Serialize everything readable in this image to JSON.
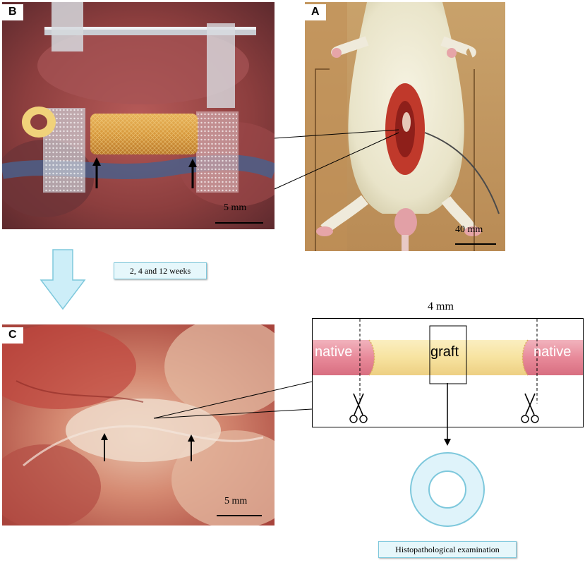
{
  "panels": {
    "a": {
      "label": "A",
      "scale": "40 mm"
    },
    "b": {
      "label": "B",
      "scale": "5 mm"
    },
    "c": {
      "label": "C",
      "scale": "5 mm"
    }
  },
  "timeline_label": "2, 4 and 12 weeks",
  "schematic": {
    "length_label": "4 mm",
    "native_left": "native",
    "graft": "graft",
    "native_right": "native"
  },
  "exam_label": "Histopathological examination",
  "colors": {
    "arrow_fill": "#cdeef8",
    "callout_border": "#7ec8dc",
    "ring_fill": "#dff3fa",
    "native_pink": "#e88a9a",
    "graft_yellow": "#f7e3a0"
  }
}
